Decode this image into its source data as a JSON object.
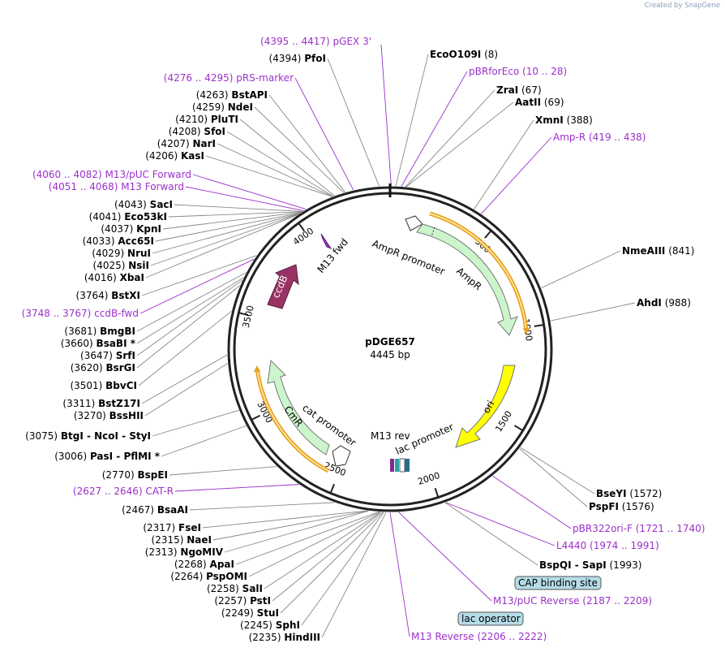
{
  "branding": "Created by SnapGene",
  "plasmid": {
    "name": "pDGE657",
    "size": "4445 bp"
  },
  "ring_ticks": [
    "500",
    "1000",
    "1500",
    "2000",
    "2500",
    "3000",
    "3500",
    "4000"
  ],
  "features": [
    {
      "label": "AmpR promoter",
      "color": "#ffffff"
    },
    {
      "label": "AmpR",
      "color": "#ccf5cc"
    },
    {
      "label": "ori",
      "color": "#ffff00"
    },
    {
      "label": "lac promoter",
      "color": "#ffffff"
    },
    {
      "label": "M13 rev",
      "color": "#9b30c9"
    },
    {
      "label": "cat promoter",
      "color": "#ffffff"
    },
    {
      "label": "CmR",
      "color": "#ccf5cc"
    },
    {
      "label": "ccdB",
      "color": "#993366"
    },
    {
      "label": "M13 fwd",
      "color": "#9b30c9"
    }
  ],
  "boxed_labels": [
    "CAP binding site",
    "lac operator"
  ],
  "labels_right": [
    {
      "type": "primer",
      "text": "(4395 .. 4417)  pGEX 3'"
    },
    {
      "type": "enzyme",
      "pos": "(4394)",
      "name": "PfoI"
    },
    {
      "type": "enzyme",
      "name": "EcoO109I",
      "pos": "(8)"
    },
    {
      "type": "primer",
      "text": "pBRforEco    (10 .. 28)"
    },
    {
      "type": "enzyme",
      "name": "ZraI",
      "pos": "(67)"
    },
    {
      "type": "enzyme",
      "name": "AatII",
      "pos": "(69)"
    },
    {
      "type": "enzyme",
      "name": "XmnI",
      "pos": "(388)"
    },
    {
      "type": "primer",
      "text": "Amp-R    (419 .. 438)"
    },
    {
      "type": "enzyme",
      "name": "NmeAIII",
      "pos": "(841)"
    },
    {
      "type": "enzyme",
      "name": "AhdI",
      "pos": "(988)"
    },
    {
      "type": "enzyme",
      "name": "BseYI",
      "pos": "(1572)"
    },
    {
      "type": "enzyme",
      "name": "PspFI",
      "pos": "(1576)"
    },
    {
      "type": "primer",
      "text": "pBR322ori-F    (1721 .. 1740)"
    },
    {
      "type": "primer",
      "text": "L4440    (1974 .. 1991)"
    },
    {
      "type": "enzyme",
      "name": "BspQI  -  SapI",
      "pos": "(1993)"
    },
    {
      "type": "primer",
      "text": "M13/pUC Reverse    (2187 .. 2209)"
    },
    {
      "type": "primer",
      "text": "M13 Reverse    (2206 .. 2222)"
    }
  ],
  "labels_left": [
    {
      "type": "primer",
      "text": "(4276 .. 4295)  pRS-marker"
    },
    {
      "type": "enzyme",
      "pos": "(4263)",
      "name": "BstAPI"
    },
    {
      "type": "enzyme",
      "pos": "(4259)",
      "name": "NdeI"
    },
    {
      "type": "enzyme",
      "pos": "(4210)",
      "name": "PluTI"
    },
    {
      "type": "enzyme",
      "pos": "(4208)",
      "name": "SfoI"
    },
    {
      "type": "enzyme",
      "pos": "(4207)",
      "name": "NarI"
    },
    {
      "type": "enzyme",
      "pos": "(4206)",
      "name": "KasI"
    },
    {
      "type": "primer",
      "text": "(4060 .. 4082)  M13/pUC Forward"
    },
    {
      "type": "primer",
      "text": "(4051 .. 4068)  M13 Forward"
    },
    {
      "type": "enzyme",
      "pos": "(4043)",
      "name": "SacI"
    },
    {
      "type": "enzyme",
      "pos": "(4041)",
      "name": "Eco53kI"
    },
    {
      "type": "enzyme",
      "pos": "(4037)",
      "name": "KpnI"
    },
    {
      "type": "enzyme",
      "pos": "(4033)",
      "name": "Acc65I"
    },
    {
      "type": "enzyme",
      "pos": "(4029)",
      "name": "NruI"
    },
    {
      "type": "enzyme",
      "pos": "(4025)",
      "name": "NsiI"
    },
    {
      "type": "enzyme",
      "pos": "(4016)",
      "name": "XbaI"
    },
    {
      "type": "enzyme",
      "pos": "(3764)",
      "name": "BstXI"
    },
    {
      "type": "primer",
      "text": "(3748 .. 3767)  ccdB-fwd"
    },
    {
      "type": "enzyme",
      "pos": "(3681)",
      "name": "BmgBI"
    },
    {
      "type": "enzyme",
      "pos": "(3660)",
      "name": "BsaBI *"
    },
    {
      "type": "enzyme",
      "pos": "(3647)",
      "name": "SrfI"
    },
    {
      "type": "enzyme",
      "pos": "(3620)",
      "name": "BsrGI"
    },
    {
      "type": "enzyme",
      "pos": "(3501)",
      "name": "BbvCI"
    },
    {
      "type": "enzyme",
      "pos": "(3311)",
      "name": "BstZ17I"
    },
    {
      "type": "enzyme",
      "pos": "(3270)",
      "name": "BssHII"
    },
    {
      "type": "enzyme",
      "pos": "(3075)",
      "name": "BtgI  -  NcoI  -  StyI"
    },
    {
      "type": "enzyme",
      "pos": "(3006)",
      "name": "PasI  -  PflMI *"
    },
    {
      "type": "enzyme",
      "pos": "(2770)",
      "name": "BspEI"
    },
    {
      "type": "primer",
      "text": "(2627 .. 2646)  CAT-R"
    },
    {
      "type": "enzyme",
      "pos": "(2467)",
      "name": "BsaAI"
    },
    {
      "type": "enzyme",
      "pos": "(2317)",
      "name": "FseI"
    },
    {
      "type": "enzyme",
      "pos": "(2315)",
      "name": "NaeI"
    },
    {
      "type": "enzyme",
      "pos": "(2313)",
      "name": "NgoMIV"
    },
    {
      "type": "enzyme",
      "pos": "(2268)",
      "name": "ApaI"
    },
    {
      "type": "enzyme",
      "pos": "(2264)",
      "name": "PspOMI"
    },
    {
      "type": "enzyme",
      "pos": "(2258)",
      "name": "SalI"
    },
    {
      "type": "enzyme",
      "pos": "(2257)",
      "name": "PstI"
    },
    {
      "type": "enzyme",
      "pos": "(2249)",
      "name": "StuI"
    },
    {
      "type": "enzyme",
      "pos": "(2245)",
      "name": "SphI"
    },
    {
      "type": "enzyme",
      "pos": "(2235)",
      "name": "HindIII"
    }
  ]
}
